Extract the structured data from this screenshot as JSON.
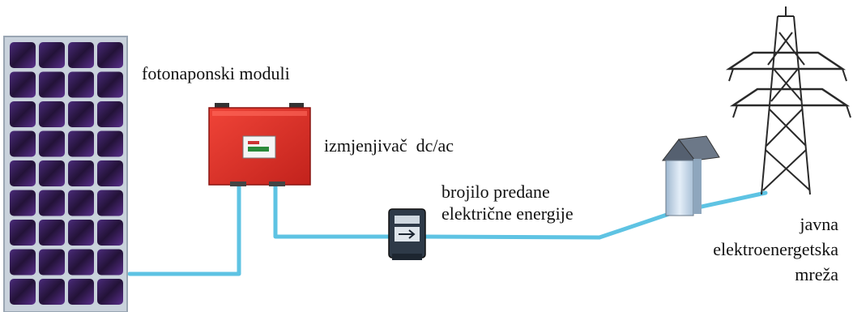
{
  "labels": {
    "pv_modules": "fotonaponski moduli",
    "inverter": "izmjenjivač  dc/ac",
    "meter_line1": "brojilo predane",
    "meter_line2": "električne energije",
    "grid_line1": "javna",
    "grid_line2": "elektroenergetska",
    "grid_line3": "mreža"
  },
  "colors": {
    "cable": "#5ec3e3",
    "panel_frame": "#c9d2dc",
    "panel_cell": "#2b1a4a",
    "inverter_body": "#e0312b",
    "meter_body": "#2e3a48",
    "house_wall": "#cfe0f0",
    "tower": "#333333"
  }
}
